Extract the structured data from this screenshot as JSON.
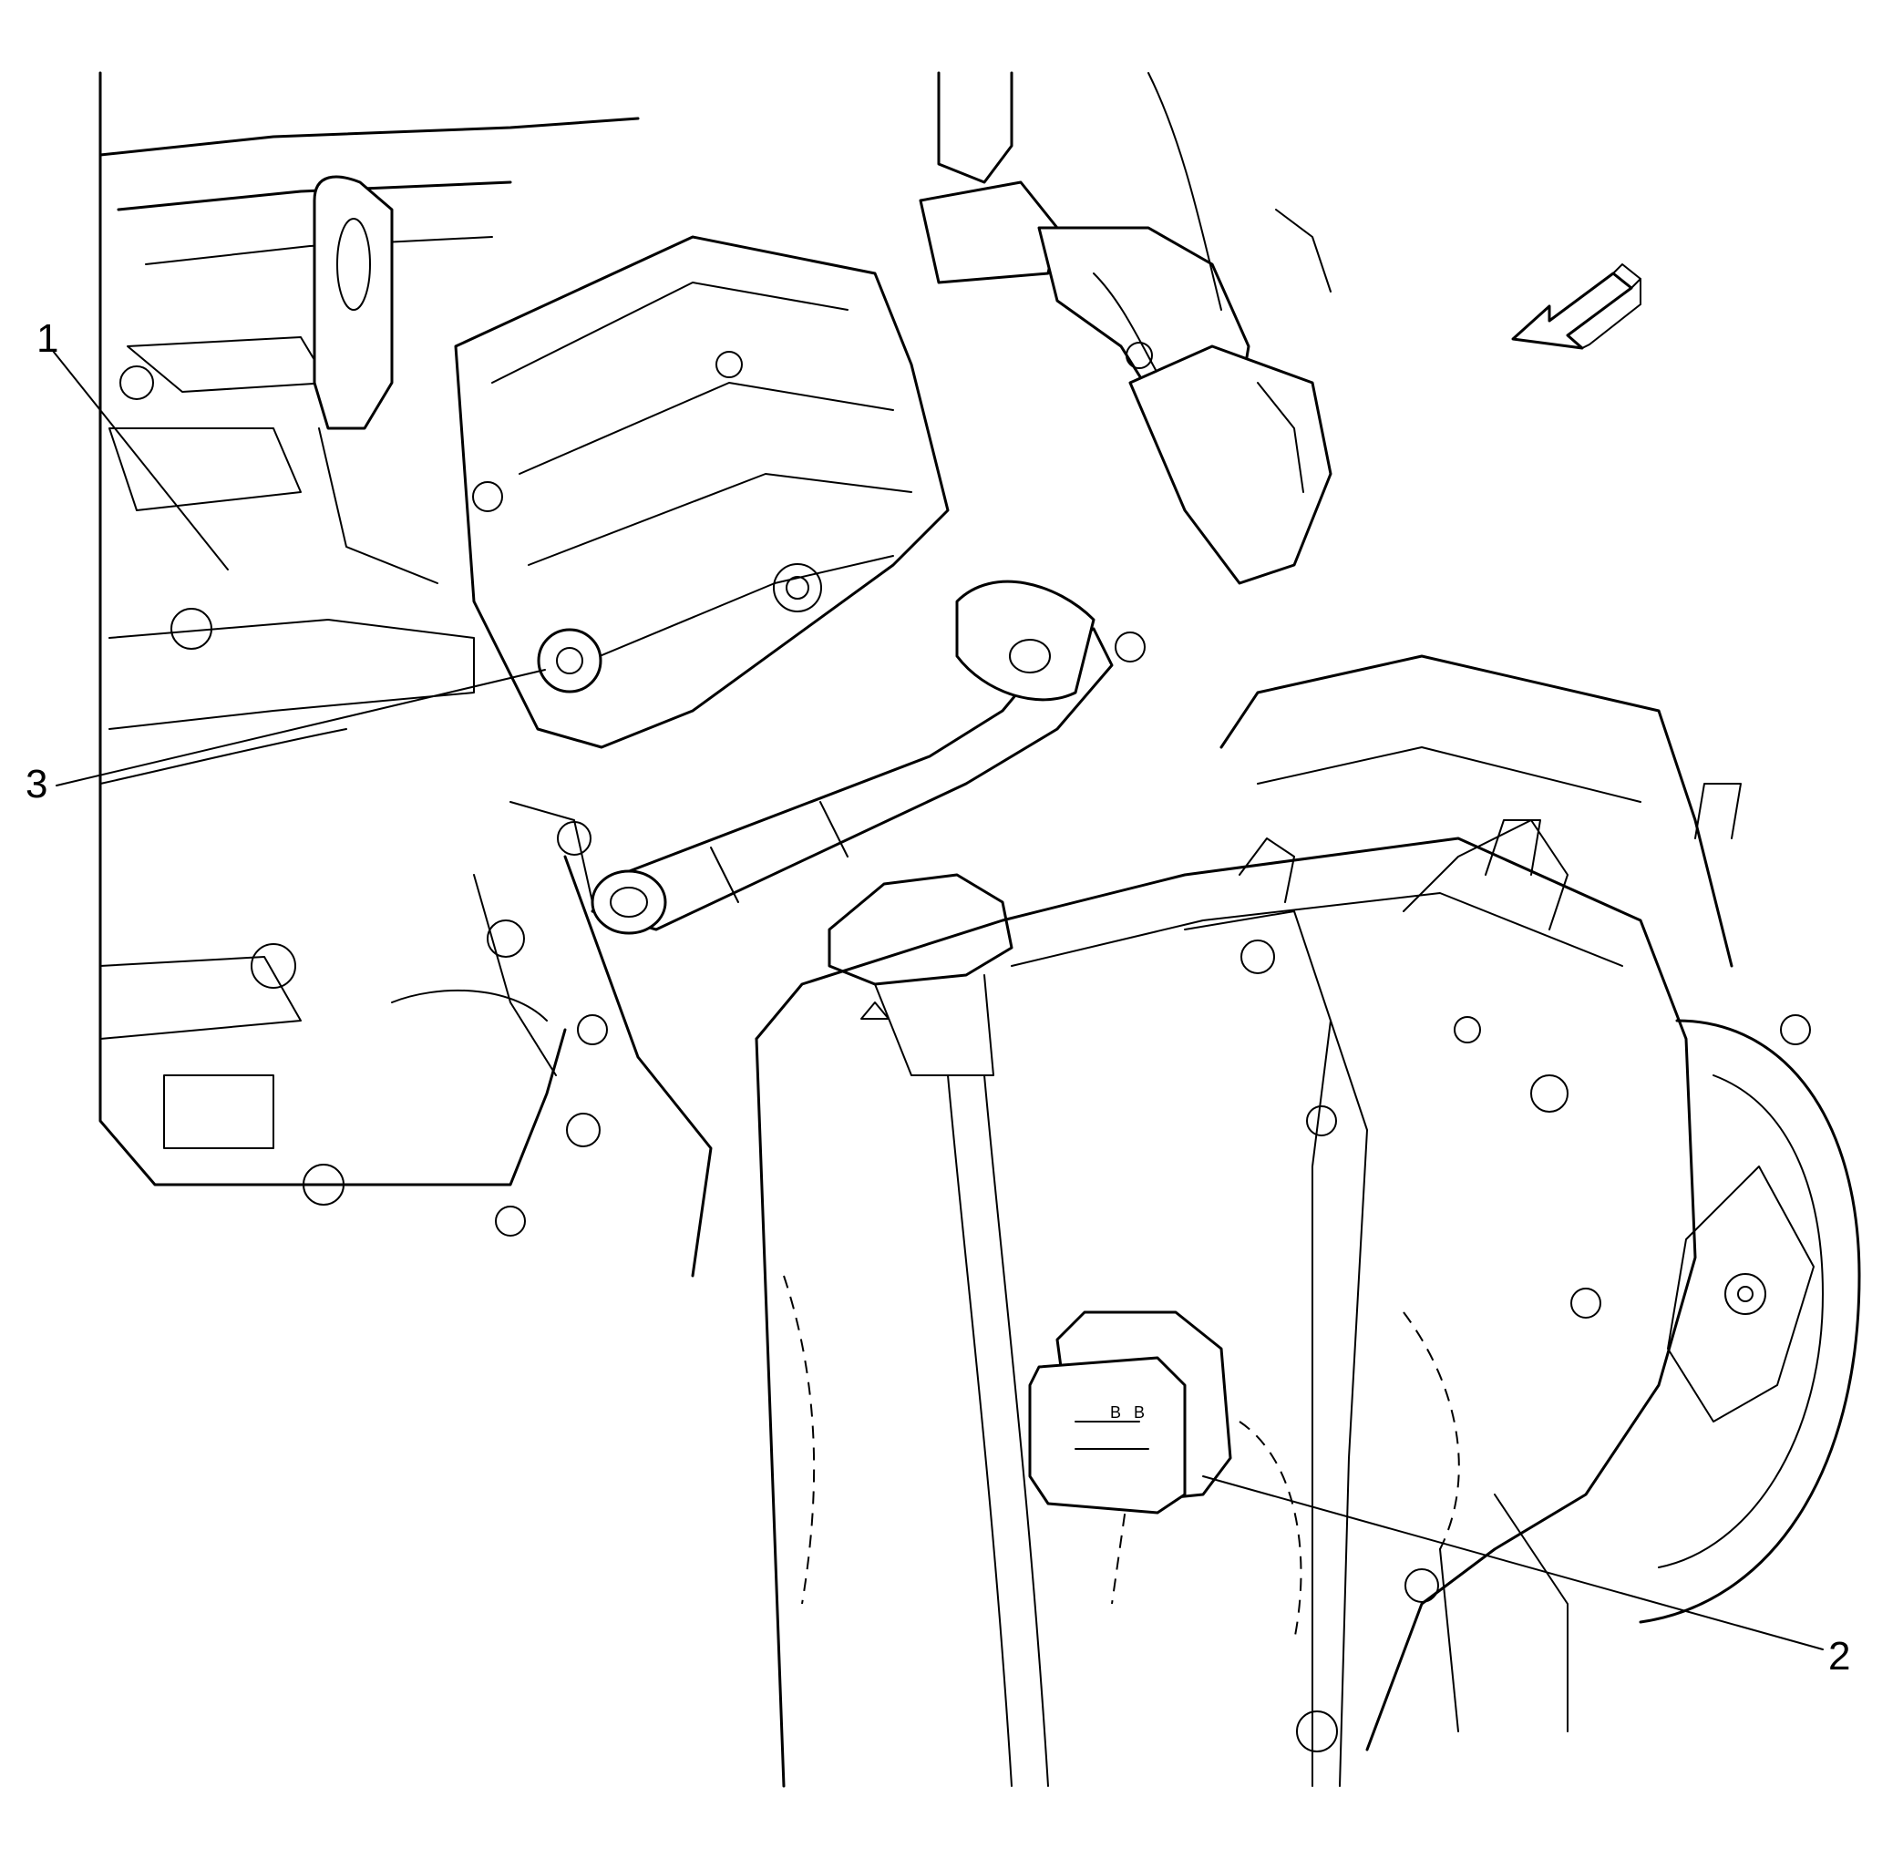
{
  "callouts": [
    {
      "id": "1",
      "label": "1"
    },
    {
      "id": "2",
      "label": "2"
    },
    {
      "id": "3",
      "label": "3"
    }
  ],
  "view_arrow_icon": "view-direction-arrow-icon",
  "colors": {
    "ink": "#000000",
    "background": "#ffffff"
  }
}
